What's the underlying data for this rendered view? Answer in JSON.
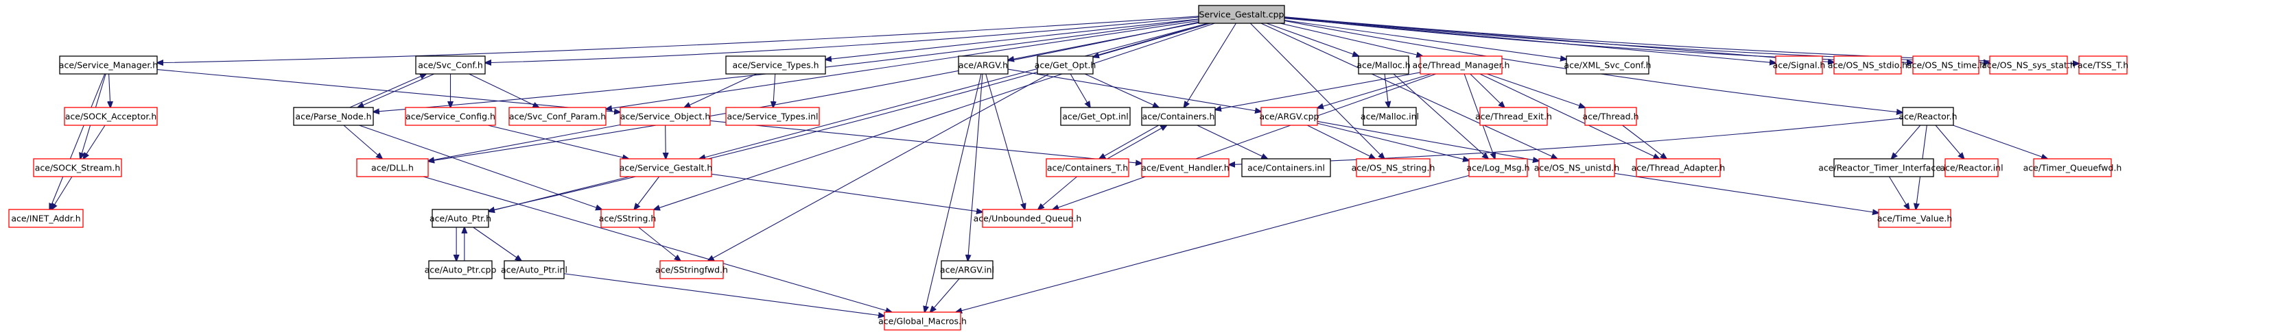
{
  "title": "Service_Gestalt.cpp include dependency graph",
  "colors": {
    "edge": "#191970",
    "root_fill": "#bfbfbf",
    "documented_border": "#000000",
    "undocumented_border": "#ff0000"
  },
  "nodes": [
    {
      "id": "root",
      "label": "Service_Gestalt.cpp",
      "kind": "root"
    },
    {
      "id": "svcmgr",
      "label": "ace/Service_Manager.h",
      "kind": "doc"
    },
    {
      "id": "sockacc",
      "label": "ace/SOCK_Acceptor.h",
      "kind": "ext"
    },
    {
      "id": "sockstream",
      "label": "ace/SOCK_Stream.h",
      "kind": "ext"
    },
    {
      "id": "inet",
      "label": "ace/INET_Addr.h",
      "kind": "ext"
    },
    {
      "id": "svcconf",
      "label": "ace/Svc_Conf.h",
      "kind": "doc"
    },
    {
      "id": "parsenode",
      "label": "ace/Parse_Node.h",
      "kind": "doc"
    },
    {
      "id": "svcconfig",
      "label": "ace/Service_Config.h",
      "kind": "ext"
    },
    {
      "id": "svcconfparam",
      "label": "ace/Svc_Conf_Param.h",
      "kind": "ext"
    },
    {
      "id": "svcobj",
      "label": "ace/Service_Object.h",
      "kind": "ext"
    },
    {
      "id": "svctypes",
      "label": "ace/Service_Types.h",
      "kind": "doc"
    },
    {
      "id": "svctypesinl",
      "label": "ace/Service_Types.inl",
      "kind": "ext"
    },
    {
      "id": "dll",
      "label": "ace/DLL.h",
      "kind": "ext"
    },
    {
      "id": "svcgestalt",
      "label": "ace/Service_Gestalt.h",
      "kind": "ext"
    },
    {
      "id": "autoptr",
      "label": "ace/Auto_Ptr.h",
      "kind": "doc"
    },
    {
      "id": "autoptrcpp",
      "label": "ace/Auto_Ptr.cpp",
      "kind": "doc"
    },
    {
      "id": "autoptrinl",
      "label": "ace/Auto_Ptr.inl",
      "kind": "doc"
    },
    {
      "id": "sstring",
      "label": "ace/SString.h",
      "kind": "ext"
    },
    {
      "id": "sstringfwd",
      "label": "ace/SStringfwd.h",
      "kind": "ext"
    },
    {
      "id": "argvh",
      "label": "ace/ARGV.h",
      "kind": "doc"
    },
    {
      "id": "argvinl",
      "label": "ace/ARGV.inl",
      "kind": "doc"
    },
    {
      "id": "argvcpp",
      "label": "ace/ARGV.cpp",
      "kind": "ext"
    },
    {
      "id": "getopt",
      "label": "ace/Get_Opt.h",
      "kind": "doc"
    },
    {
      "id": "getoptinl",
      "label": "ace/Get_Opt.inl",
      "kind": "doc"
    },
    {
      "id": "containers",
      "label": "ace/Containers.h",
      "kind": "doc"
    },
    {
      "id": "containerst",
      "label": "ace/Containers_T.h",
      "kind": "ext"
    },
    {
      "id": "containersinl",
      "label": "ace/Containers.inl",
      "kind": "doc"
    },
    {
      "id": "eventhandler",
      "label": "ace/Event_Handler.h",
      "kind": "ext"
    },
    {
      "id": "unbqueue",
      "label": "ace/Unbounded_Queue.h",
      "kind": "ext"
    },
    {
      "id": "globalmacros",
      "label": "ace/Global_Macros.h",
      "kind": "ext"
    },
    {
      "id": "malloc",
      "label": "ace/Malloc.h",
      "kind": "doc"
    },
    {
      "id": "mallocinl",
      "label": "ace/Malloc.inl",
      "kind": "doc"
    },
    {
      "id": "threadmgr",
      "label": "ace/Thread_Manager.h",
      "kind": "ext"
    },
    {
      "id": "threadexit",
      "label": "ace/Thread_Exit.h",
      "kind": "ext"
    },
    {
      "id": "thread",
      "label": "ace/Thread.h",
      "kind": "ext"
    },
    {
      "id": "threadadapter",
      "label": "ace/Thread_Adapter.h",
      "kind": "ext"
    },
    {
      "id": "osstring",
      "label": "ace/OS_NS_string.h",
      "kind": "ext"
    },
    {
      "id": "logmsg",
      "label": "ace/Log_Msg.h",
      "kind": "ext"
    },
    {
      "id": "osunistd",
      "label": "ace/OS_NS_unistd.h",
      "kind": "ext"
    },
    {
      "id": "xmlsvcconf",
      "label": "ace/XML_Svc_Conf.h",
      "kind": "doc"
    },
    {
      "id": "signal",
      "label": "ace/Signal.h",
      "kind": "ext"
    },
    {
      "id": "osstdio",
      "label": "ace/OS_NS_stdio.h",
      "kind": "ext"
    },
    {
      "id": "ostime",
      "label": "ace/OS_NS_time.h",
      "kind": "ext"
    },
    {
      "id": "ossysstat",
      "label": "ace/OS_NS_sys_stat.h",
      "kind": "ext"
    },
    {
      "id": "tsst",
      "label": "ace/TSS_T.h",
      "kind": "ext"
    },
    {
      "id": "reactor",
      "label": "ace/Reactor.h",
      "kind": "doc"
    },
    {
      "id": "reactortimer",
      "label": "ace/Reactor_Timer_Interface.h",
      "kind": "doc"
    },
    {
      "id": "reactorinl",
      "label": "ace/Reactor.inl",
      "kind": "ext"
    },
    {
      "id": "timerqfwd",
      "label": "ace/Timer_Queuefwd.h",
      "kind": "ext"
    },
    {
      "id": "timevalue",
      "label": "ace/Time_Value.h",
      "kind": "ext"
    }
  ],
  "edges": [
    [
      "root",
      "svcmgr"
    ],
    [
      "root",
      "svcconf"
    ],
    [
      "root",
      "svctypes"
    ],
    [
      "root",
      "argvh"
    ],
    [
      "root",
      "getopt"
    ],
    [
      "root",
      "malloc"
    ],
    [
      "root",
      "threadmgr"
    ],
    [
      "root",
      "xmlsvcconf"
    ],
    [
      "root",
      "signal"
    ],
    [
      "root",
      "osstdio"
    ],
    [
      "root",
      "ostime"
    ],
    [
      "root",
      "ossysstat"
    ],
    [
      "root",
      "tsst"
    ],
    [
      "root",
      "reactor"
    ],
    [
      "root",
      "containers"
    ],
    [
      "root",
      "svcconfparam"
    ],
    [
      "root",
      "svcgestalt"
    ],
    [
      "root",
      "dll"
    ],
    [
      "root",
      "autoptr"
    ],
    [
      "root",
      "sstring"
    ],
    [
      "root",
      "osstring"
    ],
    [
      "root",
      "osunistd"
    ],
    [
      "root",
      "parsenode"
    ],
    [
      "svcmgr",
      "sockacc"
    ],
    [
      "svcmgr",
      "sockstream"
    ],
    [
      "svcmgr",
      "inet"
    ],
    [
      "svcmgr",
      "svcobj"
    ],
    [
      "sockacc",
      "sockstream"
    ],
    [
      "sockstream",
      "inet"
    ],
    [
      "svcconf",
      "svcconfig"
    ],
    [
      "svcconf",
      "svcconfparam"
    ],
    [
      "svcconf",
      "parsenode"
    ],
    [
      "parsenode",
      "svcconf"
    ],
    [
      "parsenode",
      "dll"
    ],
    [
      "parsenode",
      "sstring"
    ],
    [
      "svcconfig",
      "svcgestalt"
    ],
    [
      "svctypes",
      "svcobj"
    ],
    [
      "svctypes",
      "svctypesinl"
    ],
    [
      "svcobj",
      "dll"
    ],
    [
      "svcobj",
      "svcgestalt"
    ],
    [
      "svcobj",
      "eventhandler"
    ],
    [
      "dll",
      "globalmacros"
    ],
    [
      "svcgestalt",
      "autoptr"
    ],
    [
      "svcgestalt",
      "sstring"
    ],
    [
      "svcgestalt",
      "unbqueue"
    ],
    [
      "autoptr",
      "autoptrcpp"
    ],
    [
      "autoptrcpp",
      "autoptr"
    ],
    [
      "autoptr",
      "autoptrinl"
    ],
    [
      "autoptrinl",
      "globalmacros"
    ],
    [
      "sstring",
      "sstringfwd"
    ],
    [
      "argvh",
      "argvcpp"
    ],
    [
      "argvh",
      "argvinl"
    ],
    [
      "argvh",
      "unbqueue"
    ],
    [
      "argvh",
      "globalmacros"
    ],
    [
      "argvinl",
      "globalmacros"
    ],
    [
      "argvcpp",
      "osstring"
    ],
    [
      "argvcpp",
      "logmsg"
    ],
    [
      "argvcpp",
      "osunistd"
    ],
    [
      "getopt",
      "getoptinl"
    ],
    [
      "getopt",
      "containers"
    ],
    [
      "getopt",
      "sstringfwd"
    ],
    [
      "containers",
      "containerst"
    ],
    [
      "containerst",
      "containers"
    ],
    [
      "containers",
      "containersinl"
    ],
    [
      "containerst",
      "unbqueue"
    ],
    [
      "malloc",
      "mallocinl"
    ],
    [
      "malloc",
      "logmsg"
    ],
    [
      "threadmgr",
      "argvcpp"
    ],
    [
      "threadmgr",
      "threadexit"
    ],
    [
      "threadmgr",
      "thread"
    ],
    [
      "threadmgr",
      "logmsg"
    ],
    [
      "threadmgr",
      "threadadapter"
    ],
    [
      "threadmgr",
      "unbqueue"
    ],
    [
      "threadmgr",
      "containers"
    ],
    [
      "thread",
      "threadadapter"
    ],
    [
      "logmsg",
      "globalmacros"
    ],
    [
      "osunistd",
      "timevalue"
    ],
    [
      "reactor",
      "eventhandler"
    ],
    [
      "reactor",
      "reactortimer"
    ],
    [
      "reactor",
      "reactorinl"
    ],
    [
      "reactor",
      "timerqfwd"
    ],
    [
      "reactor",
      "timevalue"
    ],
    [
      "reactortimer",
      "timevalue"
    ]
  ]
}
